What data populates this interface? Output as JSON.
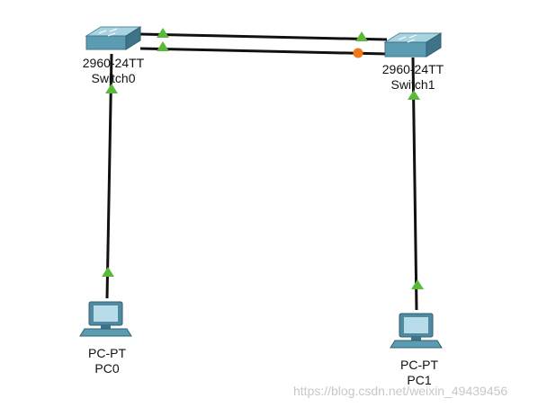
{
  "devices": [
    {
      "id": "switch0",
      "model": "2960-24TT",
      "name": "Switch0",
      "type": "switch"
    },
    {
      "id": "switch1",
      "model": "2960-24TT",
      "name": "Switch1",
      "type": "switch"
    },
    {
      "id": "pc0",
      "model": "PC-PT",
      "name": "PC0",
      "type": "pc"
    },
    {
      "id": "pc1",
      "model": "PC-PT",
      "name": "PC1",
      "type": "pc"
    }
  ],
  "links": [
    {
      "from": "switch0",
      "to": "pc0",
      "status": [
        "up",
        "up"
      ]
    },
    {
      "from": "switch1",
      "to": "pc1",
      "status": [
        "up",
        "up"
      ]
    },
    {
      "from": "switch0",
      "to": "switch1",
      "status": [
        "up",
        "up"
      ]
    },
    {
      "from": "switch0",
      "to": "switch1",
      "status": [
        "up",
        "blocking"
      ]
    }
  ],
  "colors": {
    "link": "#111111",
    "up": "#5cb83a",
    "blocking": "#f07a1a",
    "device": "#5b9cb3"
  },
  "watermark": "https://blog.csdn.net/weixin_49439456"
}
